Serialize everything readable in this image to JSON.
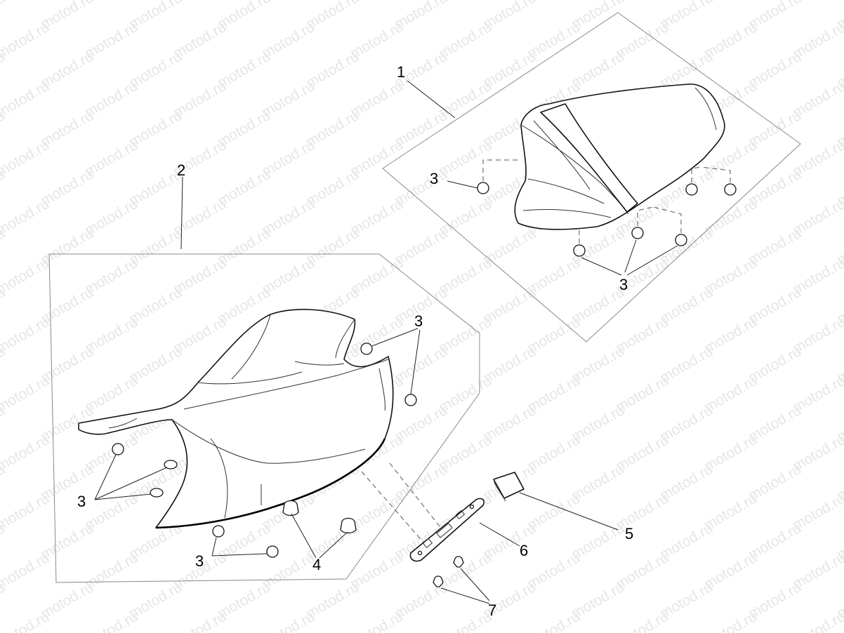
{
  "watermark": {
    "text": "motod.ru"
  },
  "callouts": {
    "c1": "1",
    "c2": "2",
    "c3a": "3",
    "c3b": "3",
    "c3c": "3",
    "c3d": "3",
    "c3e": "3",
    "c4": "4",
    "c5": "5",
    "c6": "6",
    "c7": "7"
  }
}
